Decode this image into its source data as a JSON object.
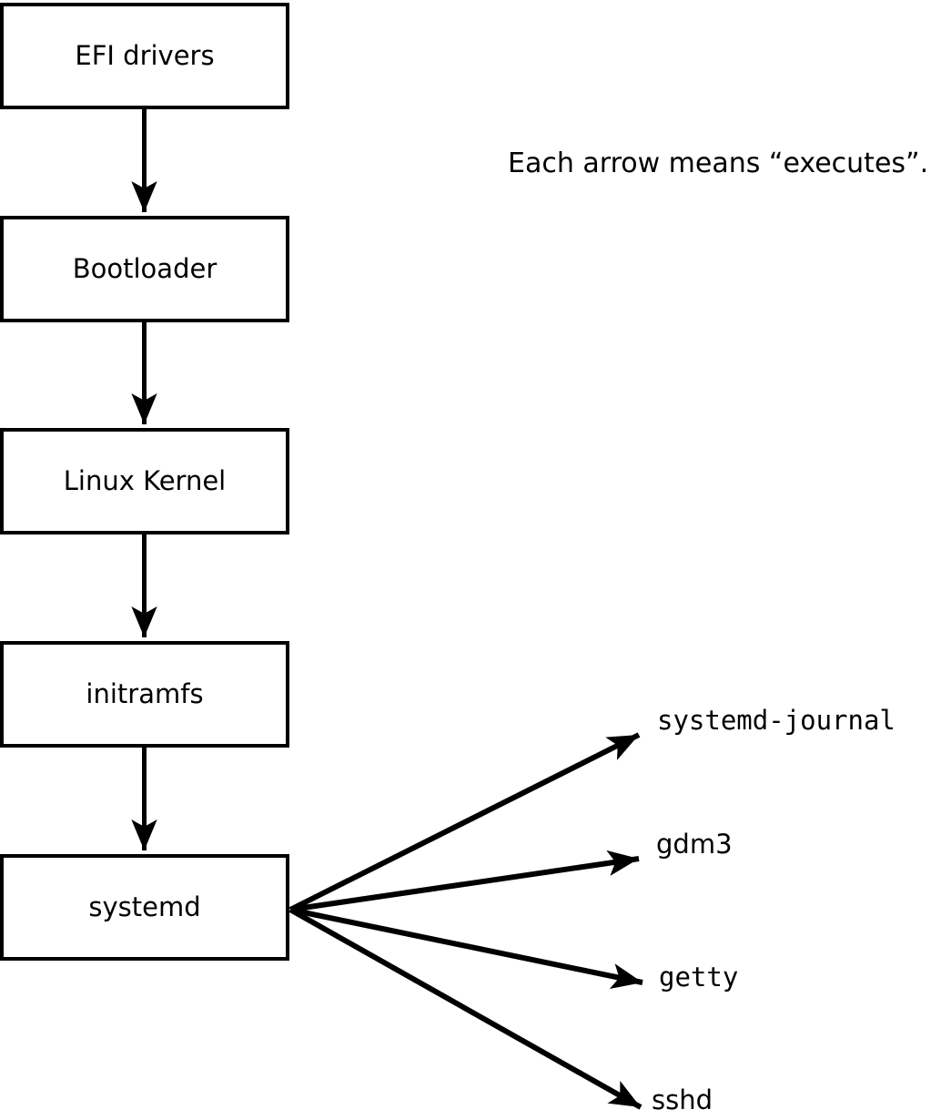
{
  "diagram": {
    "annotation": "Each arrow means “executes”.",
    "arrow_meaning": "executes",
    "boot_chain": [
      {
        "label": "EFI drivers"
      },
      {
        "label": "Bootloader"
      },
      {
        "label": "Linux Kernel"
      },
      {
        "label": "initramfs"
      },
      {
        "label": "systemd"
      }
    ],
    "spawned_services": [
      {
        "label": "systemd-journal"
      },
      {
        "label": "gdm3"
      },
      {
        "label": "getty"
      },
      {
        "label": "sshd"
      }
    ],
    "colors": {
      "line": "#000000",
      "box_border": "#000000",
      "box_fill": "#ffffff",
      "text": "#000000"
    }
  }
}
